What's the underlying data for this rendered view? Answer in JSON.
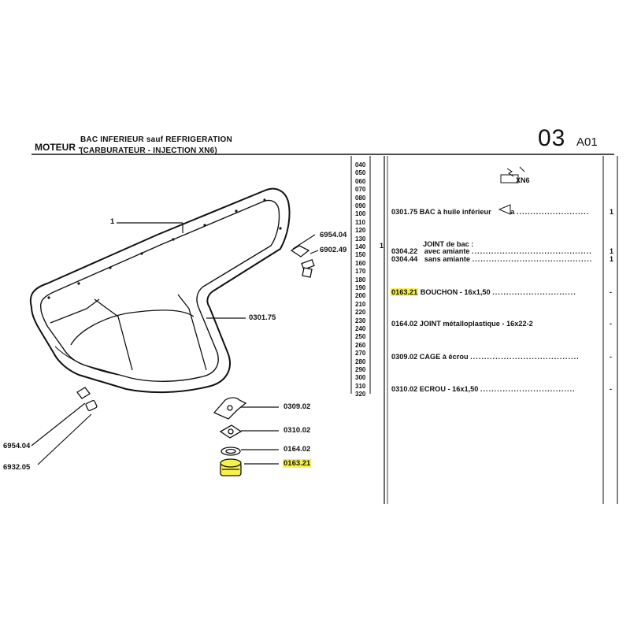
{
  "header": {
    "section_label": "MOTEUR -",
    "title_line1": "BAC INFERIEUR sauf REFRIGERATION",
    "title_line2": "(CARBURATEUR - INJECTION XN6)",
    "section_number": "03",
    "sub_reference": "A01"
  },
  "diagram": {
    "callouts": [
      {
        "id": "c1",
        "label": "1"
      },
      {
        "id": "c2",
        "label": "6954.04"
      },
      {
        "id": "c3",
        "label": "6902.49"
      },
      {
        "id": "c4",
        "label": "0301.75"
      },
      {
        "id": "c5",
        "label": "0309.02"
      },
      {
        "id": "c6",
        "label": "0310.02"
      },
      {
        "id": "c7",
        "label": "0164.02"
      },
      {
        "id": "c8",
        "label": "0163.21",
        "highlighted": true
      },
      {
        "id": "c9",
        "label": "6954.04"
      },
      {
        "id": "c10",
        "label": "6932.05"
      }
    ]
  },
  "line_codes": [
    "040",
    "050",
    "060",
    "070",
    "080",
    "090",
    "100",
    "110",
    "120",
    "130",
    "140",
    "150",
    "160",
    "170",
    "180",
    "190",
    "200",
    "210",
    "220",
    "230",
    "240",
    "250",
    "260",
    "270",
    "280",
    "290",
    "300",
    "310",
    "320"
  ],
  "col_marker": "1",
  "parts_table": {
    "engine_code": "XN6",
    "rows": [
      {
        "ref": "0301.75",
        "desc": "BAC à huile inférieur",
        "suffix": "a",
        "qty": "1"
      },
      {
        "ref": "",
        "desc": "JOINT de bac :",
        "qty": ""
      },
      {
        "ref": "0304.22",
        "desc": "avec amiante",
        "qty": "1"
      },
      {
        "ref": "0304.44",
        "desc": "sans amiante",
        "qty": "1"
      },
      {
        "ref": "0163.21",
        "desc": "BOUCHON - 16x1,50",
        "qty": "-",
        "highlighted": true
      },
      {
        "ref": "0164.02",
        "desc": "JOINT métalloplastique - 16x22-2",
        "qty": "-"
      },
      {
        "ref": "0309.02",
        "desc": "CAGE à écrou",
        "qty": "-"
      },
      {
        "ref": "0310.02",
        "desc": "ECROU - 16x1,50",
        "qty": "-"
      }
    ]
  },
  "colors": {
    "highlight": "#f7f24a",
    "ink": "#111111"
  }
}
